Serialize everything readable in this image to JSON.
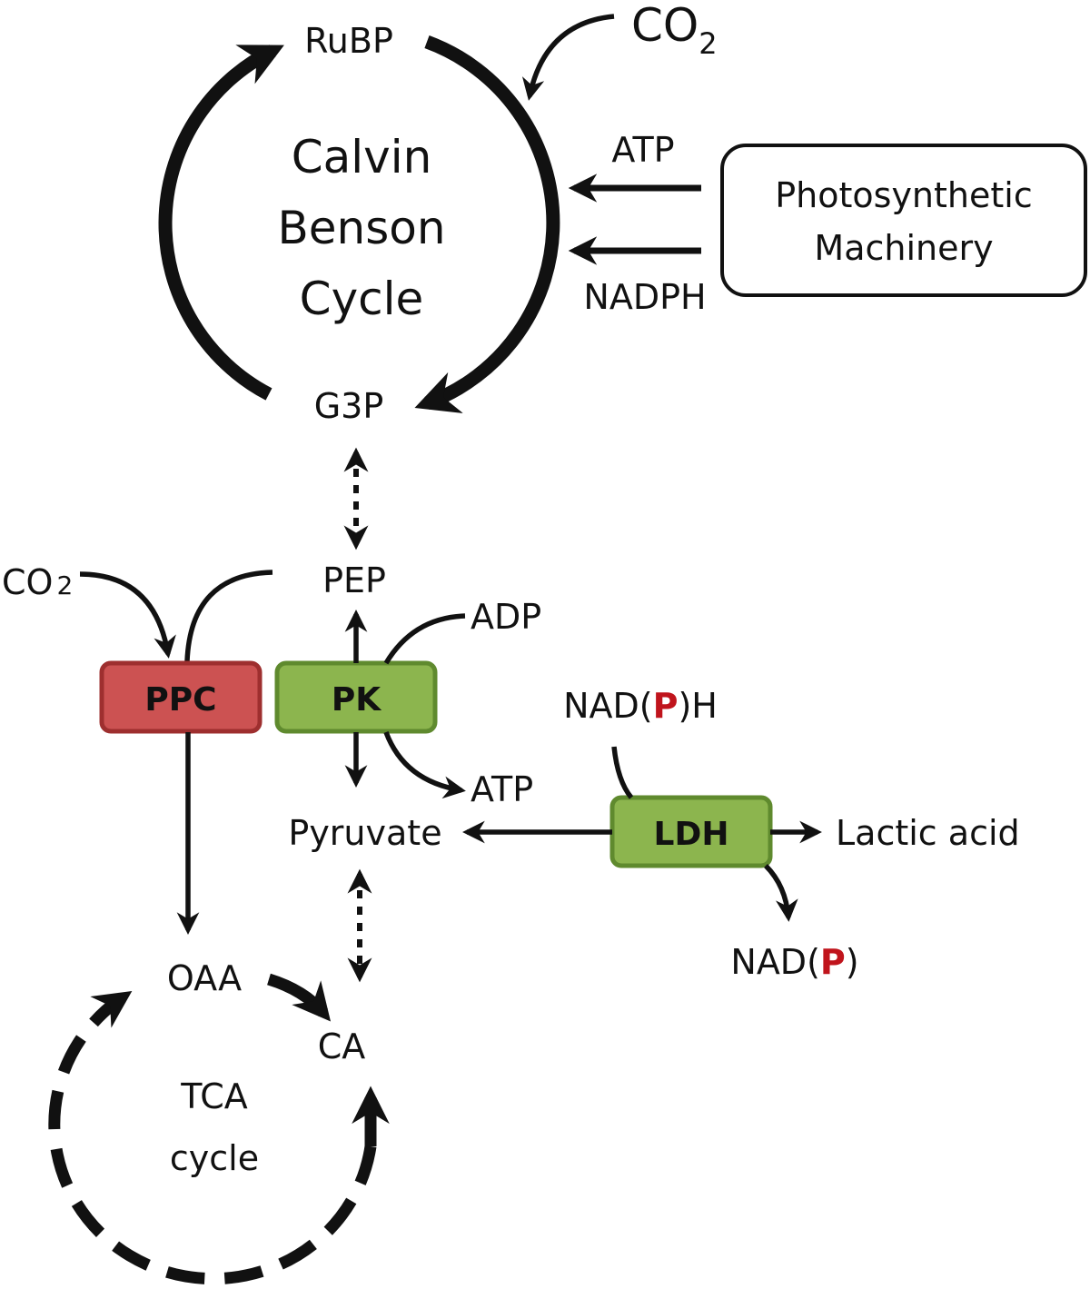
{
  "calvin": {
    "title_line1": "Calvin",
    "title_line2": "Benson",
    "title_line3": "Cycle",
    "rubp": "RuBP",
    "g3p": "G3P",
    "co2_main": "CO",
    "co2_sub": "2",
    "atp": "ATP",
    "nadph": "NADPH"
  },
  "machinery": {
    "line1": "Photosynthetic",
    "line2": "Machinery"
  },
  "glycolysis": {
    "pep": "PEP",
    "co2_main": "CO",
    "co2_sub": "2",
    "adp": "ADP",
    "atp": "ATP",
    "pyruvate": "Pyruvate"
  },
  "enzymes": {
    "ppc": "PPC",
    "pk": "PK",
    "ldh": "LDH"
  },
  "ldh_branch": {
    "nadph_pre": "NAD(",
    "nadph_red": "P",
    "nadph_post": ")H",
    "nadp_pre": "NAD(",
    "nadp_red": "P",
    "nadp_post": ")",
    "lactic": "Lactic acid"
  },
  "tca": {
    "oaa": "OAA",
    "ca": "CA",
    "title_line1": "TCA",
    "title_line2": "cycle"
  },
  "colors": {
    "ppc_fill": "#cc5252",
    "ppc_stroke": "#9e2f2f",
    "green_fill": "#8cb54e",
    "green_stroke": "#5f8a2e",
    "accent_red": "#c0141c"
  }
}
